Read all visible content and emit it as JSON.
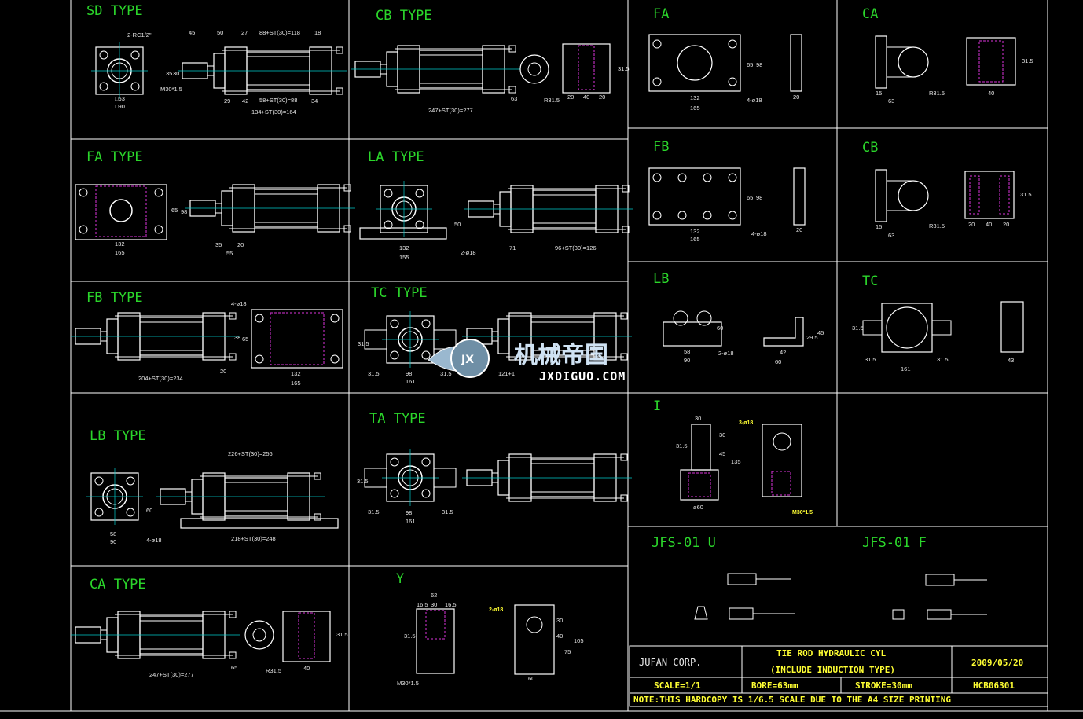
{
  "colors": {
    "background": "#000000",
    "grid": "#ffffff",
    "title": "#2bd62b",
    "dimension": "#2bd62b",
    "center": "#00cccc",
    "hidden": "#dd33dd",
    "note": "#ffff33"
  },
  "panels": {
    "sd": {
      "title": "SD TYPE",
      "port": "2-RC1/2\"",
      "thread": "M30*1.5",
      "d1": "□63",
      "d2": "□90",
      "t1": "45",
      "t2": "50",
      "t3": "27",
      "t4": "88+ST(30)=118",
      "t5": "18",
      "t6": "29",
      "t7": "42",
      "t8": "58+ST(30)=88",
      "t9": "34",
      "t10": "134+ST(30)=164",
      "dia1": "35",
      "dia2": "30"
    },
    "cb": {
      "title": "CB TYPE",
      "len": "247+ST(30)=277",
      "d63": "63",
      "r": "R31.5",
      "a": "20",
      "b": "40",
      "c": "20",
      "dia": "31.5"
    },
    "fa": {
      "title": "FA TYPE",
      "w1": "132",
      "w2": "165",
      "h1": "65",
      "h2": "98",
      "s1": "35",
      "s2": "20",
      "s3": "55"
    },
    "la": {
      "title": "LA TYPE",
      "w1": "132",
      "w2": "155",
      "h": "50",
      "holes": "2-ø18",
      "s1": "71",
      "s2": "96+ST(30)=126"
    },
    "fb": {
      "title": "FB TYPE",
      "holes": "4-ø18",
      "len": "204+ST(30)=234",
      "s1": "20",
      "w1": "132",
      "w2": "165",
      "h1": "38",
      "h2": "65"
    },
    "tc": {
      "title": "TC TYPE",
      "dia": "31.5",
      "a": "31.5",
      "b": "98",
      "c": "31.5",
      "w": "161",
      "s": "121+1"
    },
    "lb": {
      "title": "LB TYPE",
      "top": "226+ST(30)=256",
      "h": "60",
      "w1": "58",
      "w2": "90",
      "holes": "4-ø18",
      "bot": "218+ST(30)=248"
    },
    "ta": {
      "title": "TA TYPE",
      "dia": "31.5",
      "a": "31.5",
      "b": "98",
      "c": "31.5",
      "w": "161"
    },
    "ca": {
      "title": "CA TYPE",
      "len": "247+ST(30)=277",
      "d65": "65",
      "r": "R31.5",
      "w": "40",
      "dia": "31.5"
    },
    "y": {
      "title": "Y",
      "w": "62",
      "a": "16.5",
      "b": "30",
      "c": "16.5",
      "dia": "31.5",
      "thread": "M30*1.5",
      "hole": "2-ø18",
      "h1": "30",
      "h2": "40",
      "h3": "75",
      "h4": "105",
      "w2": "60"
    },
    "fa_det": {
      "title": "FA",
      "w1": "132",
      "w2": "165",
      "h1": "65",
      "h2": "98",
      "holes": "4-ø18",
      "t": "20"
    },
    "ca_det": {
      "title": "CA",
      "a": "15",
      "b": "63",
      "r": "R31.5",
      "c": "40",
      "dia": "31.5"
    },
    "fb_det": {
      "title": "FB",
      "w1": "132",
      "w2": "165",
      "h1": "65",
      "h2": "98",
      "holes": "4-ø18",
      "t": "20"
    },
    "cb_det": {
      "title": "CB",
      "a": "15",
      "b": "63",
      "r": "R31.5",
      "c1": "20",
      "c2": "40",
      "c3": "20",
      "dia": "31.5"
    },
    "lb_det": {
      "title": "LB",
      "h": "60",
      "w1": "58",
      "w2": "90",
      "holes": "2-ø18",
      "d1": "42",
      "d2": "60",
      "s1": "29.5",
      "s2": "45"
    },
    "tc_det": {
      "title": "TC",
      "dia": "31.5",
      "a": "31.5",
      "b": "31.5",
      "w": "161",
      "t": "43"
    },
    "i_det": {
      "title": "I",
      "w": "30",
      "h1": "30",
      "h2": "45",
      "h3": "135",
      "dia": "31.5",
      "bot": "ø60",
      "hole": "3-ø18",
      "thread": "M30*1.5"
    },
    "jfs_u": {
      "title": "JFS-01 U"
    },
    "jfs_f": {
      "title": "JFS-01 F"
    }
  },
  "watermark": {
    "cn": "机械帝国",
    "en": "JXDIGUO.COM",
    "badge": "JX"
  },
  "titleblock": {
    "company": "JUFAN CORP.",
    "title1": "TIE ROD HYDRAULIC CYL",
    "title2": "(INCLUDE INDUCTION TYPE)",
    "date": "2009/05/20",
    "scale": "SCALE=1/1",
    "bore": "BORE=63mm",
    "stroke": "STROKE=30mm",
    "code": "HCB06301",
    "note": "NOTE:THIS HARDCOPY IS 1/6.5 SCALE DUE TO THE A4 SIZE PRINTING"
  }
}
